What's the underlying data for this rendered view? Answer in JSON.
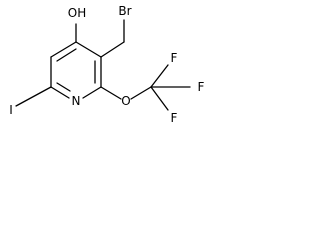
{
  "molecule": {
    "atoms": {
      "oh": "OH",
      "br": "Br",
      "n": "N",
      "i": "I",
      "o": "O",
      "f_top": "F",
      "f_right": "F",
      "f_bottom": "F"
    }
  }
}
